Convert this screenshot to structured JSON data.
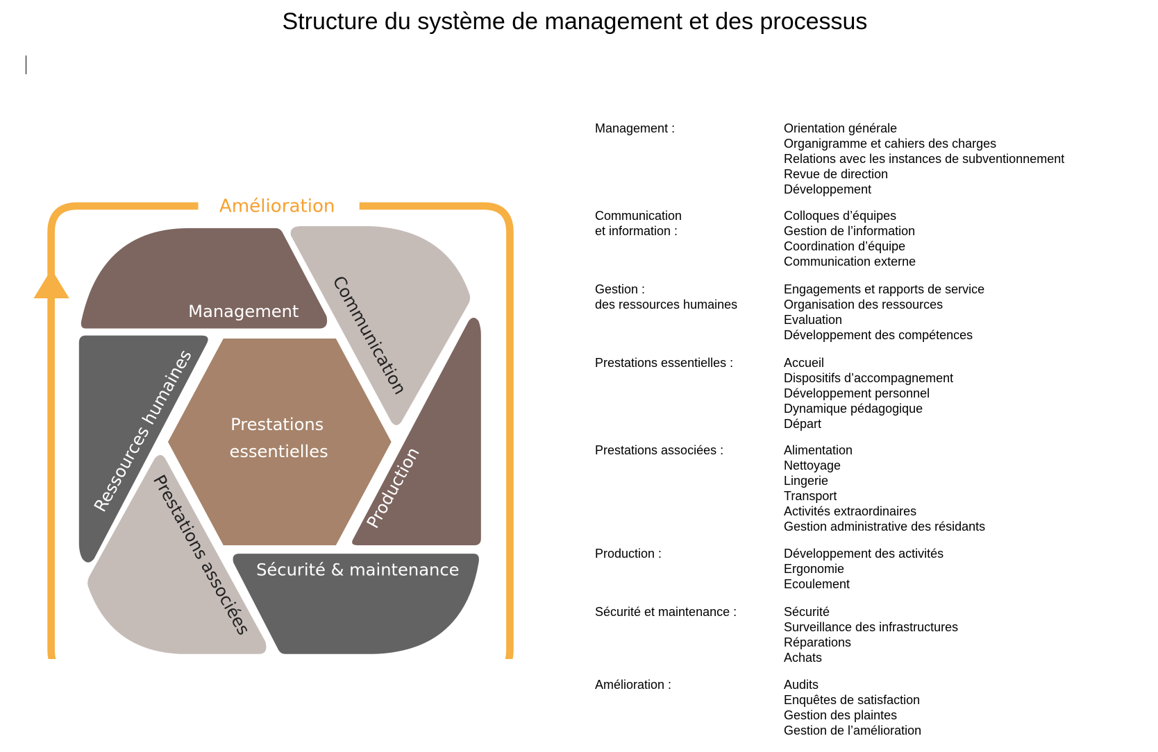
{
  "title": "Structure du système de management et des processus",
  "colors": {
    "orange": "#F6B043",
    "dark_brown": "#7D6560",
    "light_grey": "#C5BCB8",
    "dark_grey": "#636363",
    "hex": "#A6836A"
  },
  "diagram": {
    "frame_label": "Amélioration",
    "management": "Management",
    "communication": "Communication",
    "production": "Production",
    "securite": "Sécurité & maintenance",
    "prestations_associees": "Prestations associées",
    "ressources_humaines": "Ressources humaines",
    "center_line1": "Prestations",
    "center_line2": "essentielles"
  },
  "groups": [
    {
      "label": "Management :",
      "items": [
        "Orientation générale",
        "Organigramme et cahiers des charges",
        "Relations avec les instances de subventionnement",
        "Revue de direction",
        "Développement"
      ]
    },
    {
      "label": "Communication\net information :",
      "items": [
        "Colloques d’équipes",
        "Gestion de l’information",
        "Coordination d’équipe",
        "Communication externe"
      ]
    },
    {
      "label": "Gestion :\ndes ressources humaines",
      "items": [
        "Engagements et rapports de service",
        "Organisation des ressources",
        "Evaluation",
        "Développement des compétences"
      ]
    },
    {
      "label": "Prestations essentielles :",
      "items": [
        "Accueil",
        "Dispositifs d’accompagnement",
        "Développement personnel",
        "Dynamique pédagogique",
        "Départ"
      ]
    },
    {
      "label": "Prestations associées :",
      "items": [
        "Alimentation",
        "Nettoyage",
        "Lingerie",
        "Transport",
        "Activités extraordinaires",
        "Gestion administrative des résidants"
      ]
    },
    {
      "label": "Production :",
      "items": [
        "Développement des activités",
        "Ergonomie",
        "Ecoulement"
      ]
    },
    {
      "label": "Sécurité et maintenance :",
      "items": [
        "Sécurité",
        "Surveillance des infrastructures",
        "Réparations",
        "Achats"
      ]
    },
    {
      "label": "Amélioration :",
      "items": [
        "Audits",
        "Enquêtes de satisfaction",
        "Gestion des plaintes",
        "Gestion de l’amélioration"
      ]
    }
  ]
}
